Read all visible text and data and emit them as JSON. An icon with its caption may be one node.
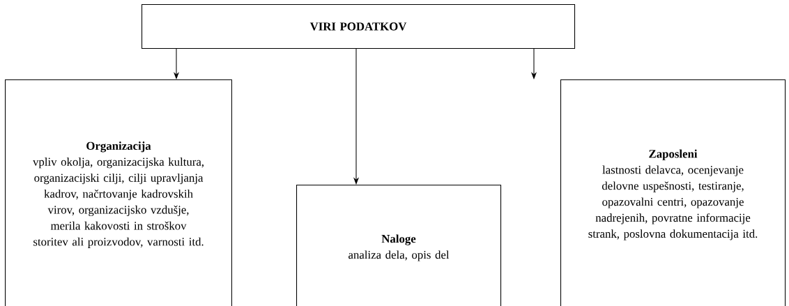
{
  "diagram": {
    "nodes": [
      {
        "text": [
          "VIRI PODATKOV"
        ]
      },
      {
        "text": [
          "Organizacija",
          "vpliv okolja, organizacijska kultura, organizacijski cilji, cilji upravljanja kadrov, načrtovanje kadrovskih virov, organizacijsko vzdušje, merila kakovosti in stroškov storitev ali proizvodov, varnosti itd."
        ]
      },
      {
        "text": [
          "Naloge",
          "analiza dela, opis del"
        ]
      },
      {
        "text": [
          "Zaposleni",
          "lastnosti delavca, ocenjevanje delovne uspešnosti, testiranje, opazovalni centri, opazovanje nadrejenih, povratne informacije strank, poslovna dokumentacija itd."
        ]
      }
    ],
    "edges": [
      {
        "from": 0,
        "to": 1,
        "arrow": "to"
      },
      {
        "from": 0,
        "to": 2,
        "arrow": "to"
      },
      {
        "from": 0,
        "to": 3,
        "arrow": "to"
      }
    ]
  }
}
